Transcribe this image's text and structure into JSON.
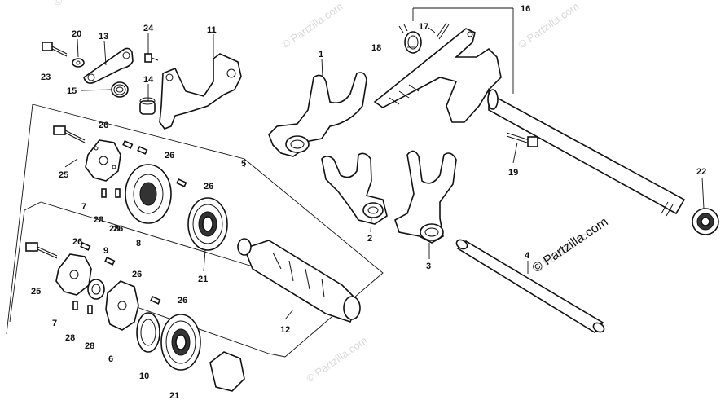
{
  "watermarks": [
    "© Partzilla.com",
    "© Partzilla.com",
    "© Partzilla.com",
    "© Partzilla.com",
    "© Partzilla.com"
  ],
  "brand_text": "© Partzilla.com",
  "callouts": {
    "c1": "1",
    "c2": "2",
    "c3": "3",
    "c4": "4",
    "c5": "5",
    "c6": "6",
    "c7a": "7",
    "c7b": "7",
    "c8": "8",
    "c9": "9",
    "c10": "10",
    "c11": "11",
    "c12": "12",
    "c13": "13",
    "c14": "14",
    "c15": "15",
    "c16": "16",
    "c17": "17",
    "c18": "18",
    "c19": "19",
    "c20": "20",
    "c21a": "21",
    "c21b": "21",
    "c22": "22",
    "c23": "23",
    "c24": "24",
    "c25a": "25",
    "c25b": "25",
    "c26a": "26",
    "c26b": "26",
    "c26c": "26",
    "c26d": "26",
    "c26e": "26",
    "c26f": "26",
    "c26g": "26",
    "c28a": "28",
    "c28b": "28",
    "c28c": "28",
    "c28d": "28"
  }
}
